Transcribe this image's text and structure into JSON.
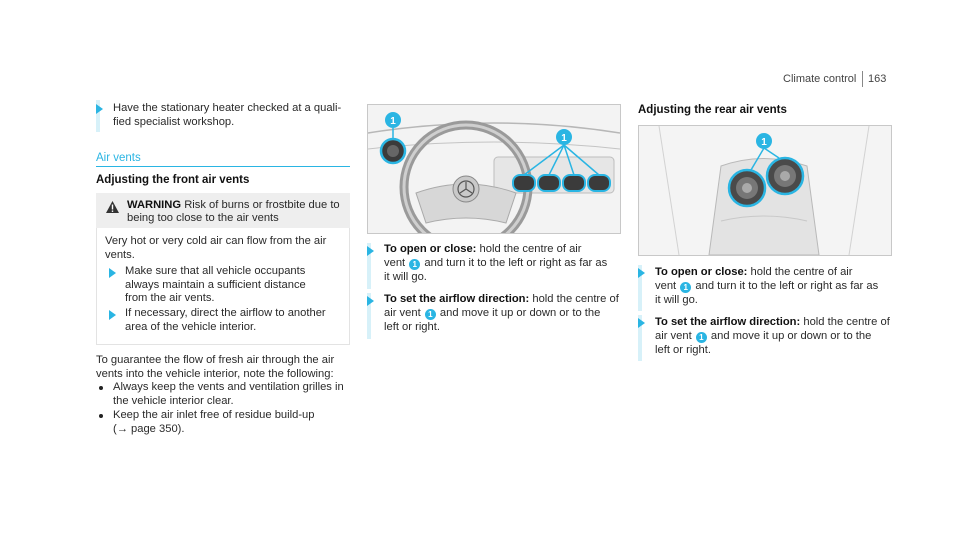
{
  "header": {
    "section_title": "Climate control",
    "page_number": "163"
  },
  "col1": {
    "step_heater": "Have the stationary heater checked at a quali-\nfied specialist workshop.",
    "section_title": "Air vents",
    "subheading": "Adjusting the front air vents",
    "warning": {
      "label": "WARNING",
      "text1": "Risk of burns or frostbite due to",
      "text2": "being too close to the air vents",
      "body": "Very hot or very cold air can flow from the air\nvents.",
      "step1": "Make sure that all vehicle occupants\nalways maintain a sufficient distance\nfrom the air vents.",
      "step2": "If necessary, direct the airflow to another\narea of the vehicle interior."
    },
    "guarantee": "To guarantee the flow of fresh air through the air\nvents into the vehicle interior, note the following:",
    "bullet1": "Always keep the vents and ventilation grilles in\nthe vehicle interior clear.",
    "bullet2": "Keep the air inlet free of residue build-up\n(→ page 350)."
  },
  "col2": {
    "callout_left": "1",
    "callout_right": "1",
    "open_label": "To open or close:",
    "open_pre": "hold the centre of air",
    "open_vent": "vent",
    "open_num": "1",
    "open_post": "and turn it to the left or right as far as",
    "open_end": "it will go.",
    "airflow_label": "To set the airflow direction:",
    "airflow_pre": "hold the centre of",
    "airflow_vent": "air vent",
    "airflow_num": "1",
    "airflow_post": "and move it up or down or to the",
    "airflow_end": "left or right."
  },
  "col3": {
    "subheading": "Adjusting the rear air vents",
    "callout": "1",
    "open_label": "To open or close:",
    "open_pre": "hold the centre of air",
    "open_vent": "vent",
    "open_num": "1",
    "open_post": "and turn it to the left or right as far as",
    "open_end": "it will go.",
    "airflow_label": "To set the airflow direction:",
    "airflow_pre": "hold the centre of",
    "airflow_vent": "air vent",
    "airflow_num": "1",
    "airflow_post": "and move it up or down or to the",
    "airflow_end": "left or right."
  },
  "colors": {
    "accent": "#2ab5e3",
    "bar": "#d7f1f9",
    "warning_bg": "#eeeeee"
  }
}
